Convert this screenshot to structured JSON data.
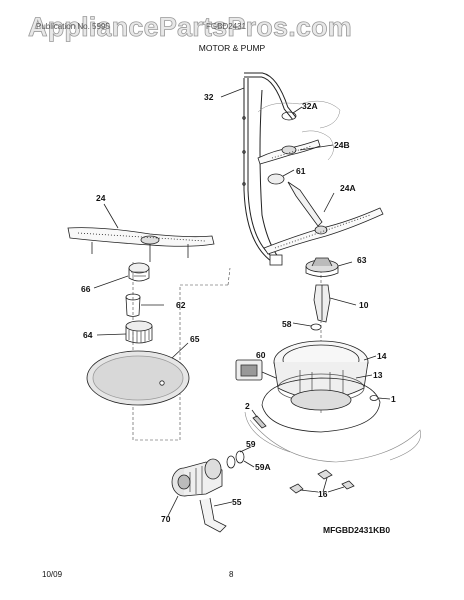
{
  "watermark": "AppliancePartsPros.com",
  "header": {
    "left": "Publication No. 5995",
    "model": "FGBD2431",
    "title": "MOTOR & PUMP"
  },
  "parts": {
    "p32": "32",
    "p32A": "32A",
    "p24B": "24B",
    "p61": "61",
    "p24A": "24A",
    "p24": "24",
    "p63": "63",
    "p66": "66",
    "p62": "62",
    "p10": "10",
    "p58": "58",
    "p64": "64",
    "p65": "65",
    "p60": "60",
    "p14": "14",
    "p13": "13",
    "p1": "1",
    "p2": "2",
    "p59": "59",
    "p59A": "59A",
    "p16": "16",
    "p55": "55",
    "p70": "70"
  },
  "diagram_ref": "MFGBD2431KB0",
  "footer": {
    "date": "10/09",
    "page": "8"
  }
}
